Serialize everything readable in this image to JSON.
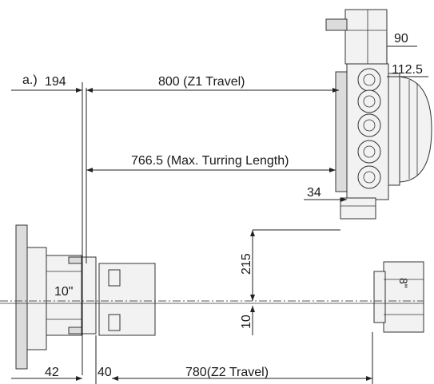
{
  "cropped_label": "a.)",
  "dimensions": {
    "d194": "194",
    "z1_travel": "800 (Z1 Travel)",
    "d90": "90",
    "d112_5": "112.5",
    "max_turning": "766.5 (Max. Turring Length)",
    "d34": "34",
    "d215": "215",
    "d10": "10",
    "d10in": "10\"",
    "d8in": "8\"",
    "d42": "42",
    "d40": "40",
    "z2_travel": "780(Z2 Travel)"
  }
}
